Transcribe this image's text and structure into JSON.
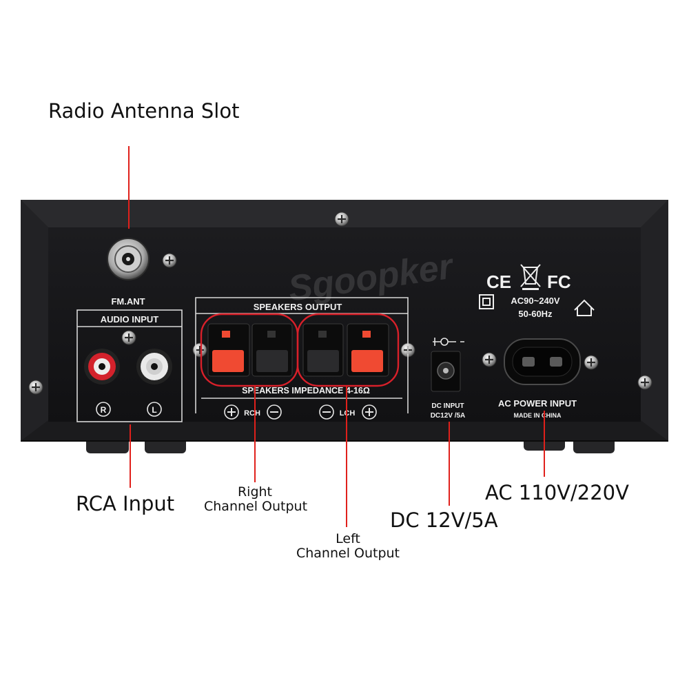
{
  "callouts": {
    "antenna": "Radio Antenna Slot",
    "rca": "RCA Input",
    "right_ch_1": "Right",
    "right_ch_2": "Channel Output",
    "left_ch_1": "Left",
    "left_ch_2": "Channel Output",
    "dc": "DC 12V/5A",
    "ac": "AC 110V/220V"
  },
  "panel": {
    "fm_ant": "FM.ANT",
    "audio_input": "AUDIO INPUT",
    "rca_r": "R",
    "rca_l": "L",
    "speakers_output": "SPEAKERS OUTPUT",
    "impedance": "SPEAKERS IMPEDANCE 4-16Ω",
    "rch": "RCH",
    "lch": "LCH",
    "dc_input_1": "DC INPUT",
    "dc_input_2": "DC12V /5A",
    "cert_ce": "CE",
    "cert_fc": "FC",
    "ac_range": "AC90~240V",
    "ac_freq": "50-60Hz",
    "ac_power_input": "AC POWER INPUT",
    "made_in": "MADE IN CHINA",
    "watermark": "Sgoopker"
  },
  "colors": {
    "chassis": "#1b1b1d",
    "panel": "#141416",
    "lead_line": "#e0201b",
    "terminal_red": "#f04a32",
    "highlight_circle": "#d9202a"
  },
  "icons": [
    "screw-icon",
    "antenna-jack-icon",
    "rca-jack-icon",
    "speaker-terminal-icon",
    "dc-jack-icon",
    "ac-socket-icon",
    "weee-bin-icon",
    "house-icon",
    "double-insulation-icon"
  ]
}
